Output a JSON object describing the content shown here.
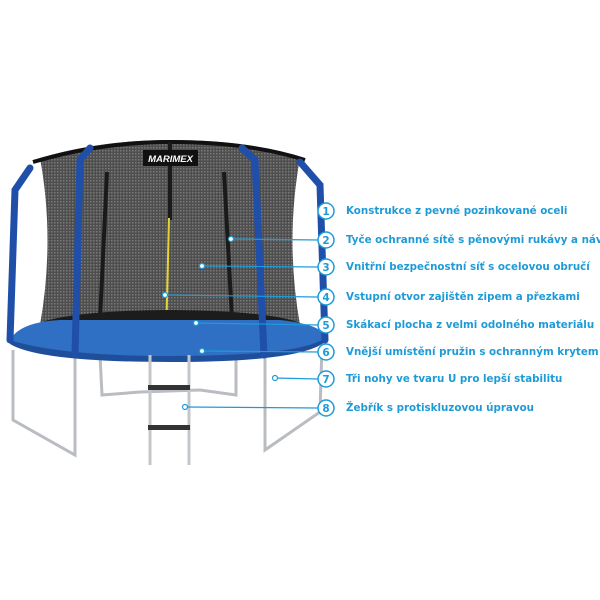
{
  "brand_logo": "MARIMEX",
  "accent_color": "#1e9bd7",
  "callouts": [
    {
      "number": "1",
      "text": "Konstrukce z pevné pozinkované oceli"
    },
    {
      "number": "2",
      "text": "Tyče ochranné sítě s pěnovými rukávy a návleky"
    },
    {
      "number": "3",
      "text": "Vnitřní bezpečnostní síť s ocelovou obručí"
    },
    {
      "number": "4",
      "text": "Vstupní otvor zajištěn zipem a přezkami"
    },
    {
      "number": "5",
      "text": "Skákací plocha z velmi odolného materiálu"
    },
    {
      "number": "6",
      "text": "Vnější umístění pružin s ochranným krytem"
    },
    {
      "number": "7",
      "text": "Tři nohy ve tvaru U pro lepší stabilitu"
    },
    {
      "number": "8",
      "text": "Žebřík s protiskluzovou úpravou"
    }
  ]
}
